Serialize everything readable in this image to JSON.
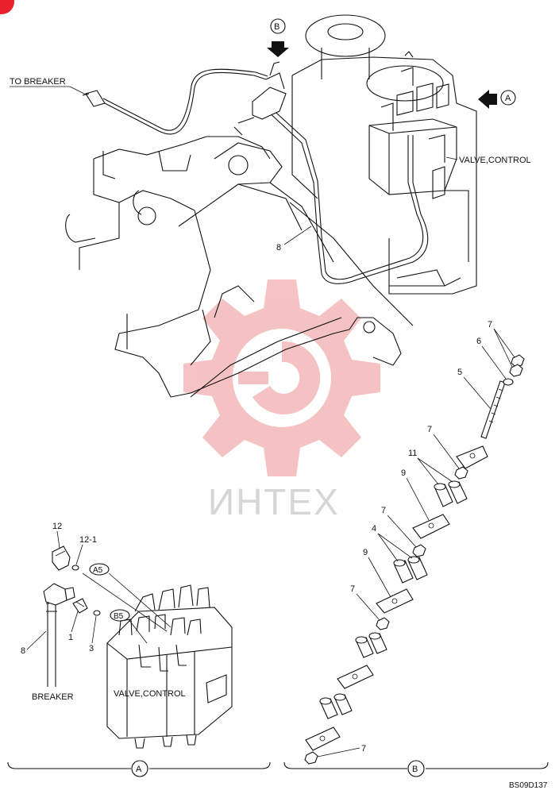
{
  "labels": {
    "to_breaker": "TO BREAKER",
    "valve_control_top": "VALVE,CONTROL",
    "valve_control_bottom": "VALVE,CONTROL",
    "breaker": "BREAKER",
    "view_a": "A",
    "view_b": "B",
    "port_a5": "A5",
    "port_b5": "B5",
    "drawing_code": "BS09D137",
    "watermark": "ИНТЕХ"
  },
  "callouts": {
    "c1": "1",
    "c3": "3",
    "c4": "4",
    "c5": "5",
    "c6": "6",
    "c7a": "7",
    "c7b": "7",
    "c7c": "7",
    "c7d": "7",
    "c7e": "7",
    "c8a": "8",
    "c8b": "8",
    "c9a": "9",
    "c9b": "9",
    "c11": "11",
    "c12": "12",
    "c12_1": "12-1"
  },
  "colors": {
    "line": "#111111",
    "watermark_gear": "#f3b8b8",
    "watermark_text": "#d6d6d6",
    "corner_mark": "#e8202a"
  }
}
